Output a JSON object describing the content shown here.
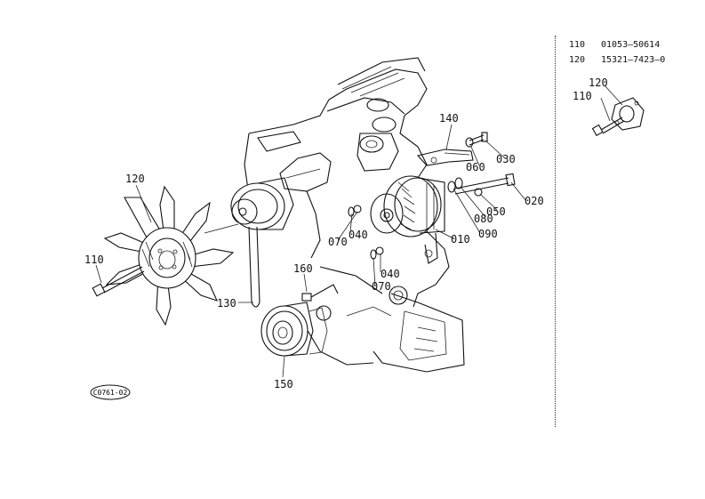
{
  "callouts": {
    "c010": "010",
    "c020": "020",
    "c030": "030",
    "c040a": "040",
    "c040b": "040",
    "c050": "050",
    "c060": "060",
    "c070a": "070",
    "c070b": "070",
    "c080": "080",
    "c090": "090",
    "c110": "110",
    "c120": "120",
    "c130": "130",
    "c140": "140",
    "c150": "150",
    "c160": "160",
    "inset110": "110",
    "inset120": "120"
  },
  "diagram_code": "C0761-02",
  "parts_table": [
    {
      "no": "110",
      "part": "01053—50614"
    },
    {
      "no": "120",
      "part": "15321—7423—0"
    }
  ]
}
